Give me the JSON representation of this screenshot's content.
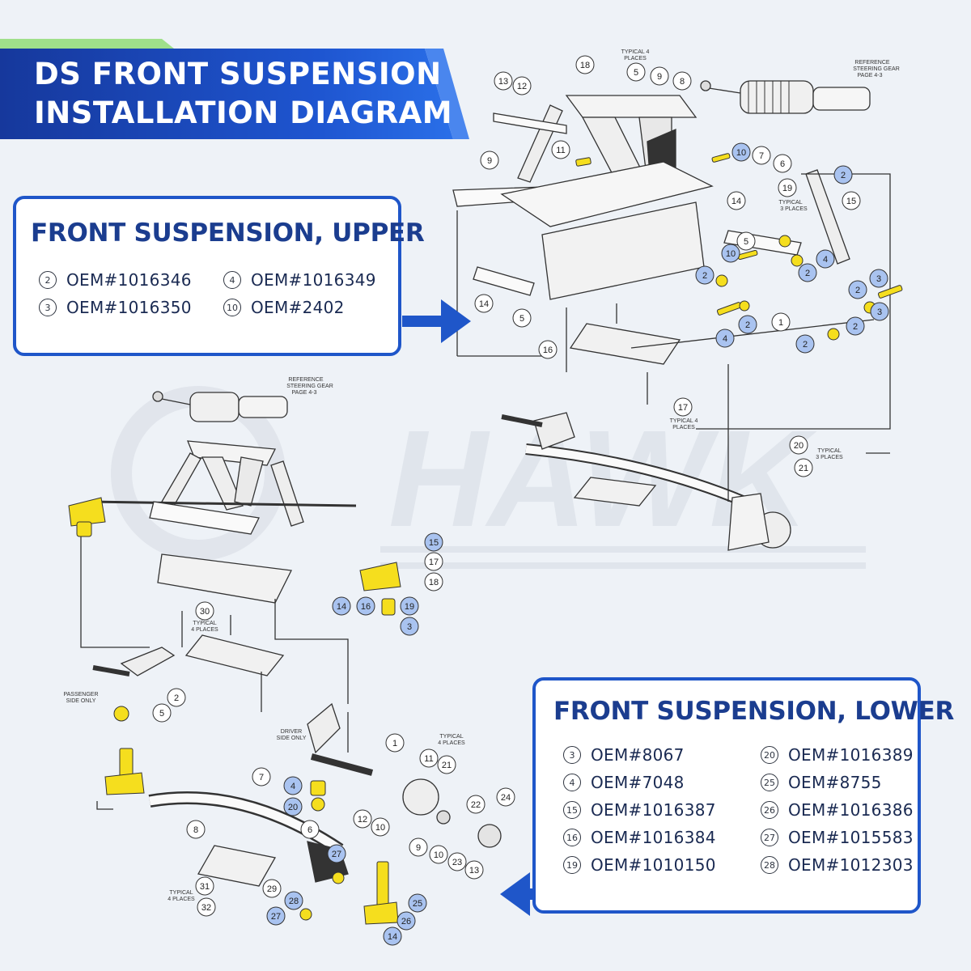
{
  "title": {
    "line1": "DS FRONT SUSPENSION",
    "line2": "INSTALLATION DIAGRAM"
  },
  "watermark": "HAWK",
  "colors": {
    "brand_blue": "#1f56c9",
    "title_text": "#1b3d8f",
    "highlight_yellow": "#f5de1e",
    "callout_blue": "#a9c3f0"
  },
  "upper_panel": {
    "title": "FRONT SUSPENSION, UPPER",
    "items": [
      {
        "num": "2",
        "code": "OEM#1016346"
      },
      {
        "num": "4",
        "code": "OEM#1016349"
      },
      {
        "num": "3",
        "code": "OEM#1016350"
      },
      {
        "num": "10",
        "code": "OEM#2402"
      }
    ]
  },
  "lower_panel": {
    "title": "FRONT SUSPENSION, LOWER",
    "items": [
      {
        "num": "3",
        "code": "OEM#8067"
      },
      {
        "num": "20",
        "code": "OEM#1016389"
      },
      {
        "num": "4",
        "code": "OEM#7048"
      },
      {
        "num": "25",
        "code": "OEM#8755"
      },
      {
        "num": "15",
        "code": "OEM#1016387"
      },
      {
        "num": "26",
        "code": "OEM#1016386"
      },
      {
        "num": "16",
        "code": "OEM#1016384"
      },
      {
        "num": "27",
        "code": "OEM#1015583"
      },
      {
        "num": "19",
        "code": "OEM#1010150"
      },
      {
        "num": "28",
        "code": "OEM#1012303"
      }
    ]
  },
  "upper_diagram": {
    "notes": {
      "typical_4_top": [
        "TYPICAL 4",
        "PLACES"
      ],
      "reference": [
        "REFERENCE",
        "STEERING GEAR",
        "PAGE 4-3"
      ],
      "typical_3_mid": [
        "TYPICAL",
        "3 PLACES"
      ],
      "typical_4_bottom": [
        "TYPICAL 4",
        "PLACES"
      ],
      "typical_3_right": [
        "TYPICAL",
        "3 PLACES"
      ]
    },
    "plain_callouts": [
      "18",
      "5",
      "9",
      "8",
      "13",
      "12",
      "11",
      "7",
      "6",
      "19",
      "9",
      "14",
      "15",
      "5",
      "1",
      "14",
      "5",
      "16",
      "17",
      "20",
      "21"
    ],
    "blue_callouts": [
      "10",
      "2",
      "10",
      "4",
      "2",
      "2",
      "2",
      "3",
      "2",
      "3",
      "2",
      "4",
      "2"
    ]
  },
  "lower_diagram": {
    "notes": {
      "reference": [
        "REFERENCE",
        "STEERING GEAR",
        "PAGE 4-3"
      ],
      "typical_4_a": [
        "TYPICAL",
        "4 PLACES"
      ],
      "passenger": [
        "PASSENGER",
        "SIDE ONLY"
      ],
      "driver": [
        "DRIVER",
        "SIDE ONLY"
      ],
      "typical_4_b": [
        "TYPICAL",
        "4 PLACES"
      ],
      "typical_4_c": [
        "TYPICAL",
        "4 PLACES"
      ]
    },
    "plain_callouts": [
      "17",
      "18",
      "30",
      "2",
      "5",
      "1",
      "11",
      "21",
      "7",
      "12",
      "10",
      "22",
      "24",
      "8",
      "6",
      "9",
      "10",
      "23",
      "13",
      "31",
      "32",
      "29"
    ],
    "blue_callouts": [
      "15",
      "14",
      "16",
      "19",
      "3",
      "4",
      "20",
      "27",
      "28",
      "27",
      "25",
      "26",
      "14"
    ]
  }
}
